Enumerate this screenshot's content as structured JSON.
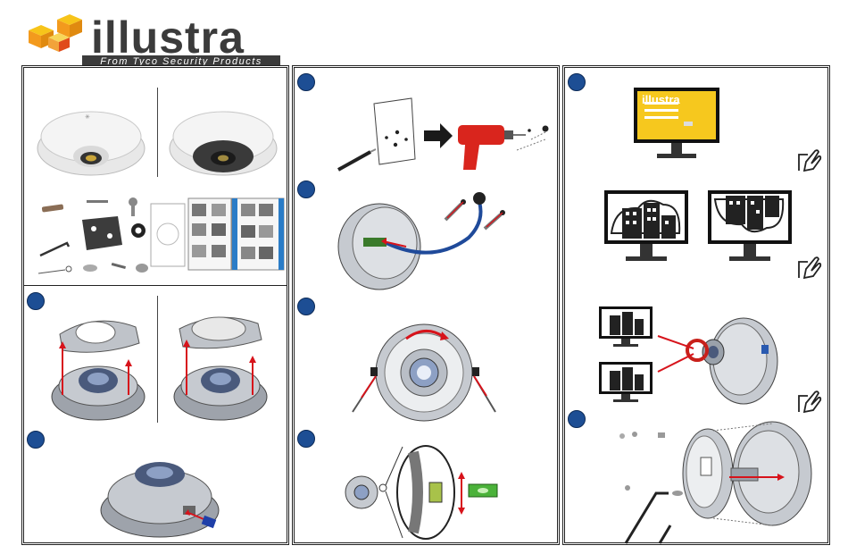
{
  "brand": {
    "name": "illustra",
    "tagline": "From Tyco Security Products",
    "colors": {
      "orange": "#f39a1d",
      "yellow": "#f7c41a",
      "red": "#e04a1b",
      "text": "#3b3b3b"
    }
  },
  "step_marker_color": "#1d4e94",
  "arrow_color": "#d7131b",
  "panels": [
    {
      "id": "panel-1",
      "steps": 2
    },
    {
      "id": "panel-2",
      "steps": 4
    },
    {
      "id": "panel-3",
      "steps": 2
    }
  ],
  "monitor_screen": {
    "brand": "illustra"
  }
}
